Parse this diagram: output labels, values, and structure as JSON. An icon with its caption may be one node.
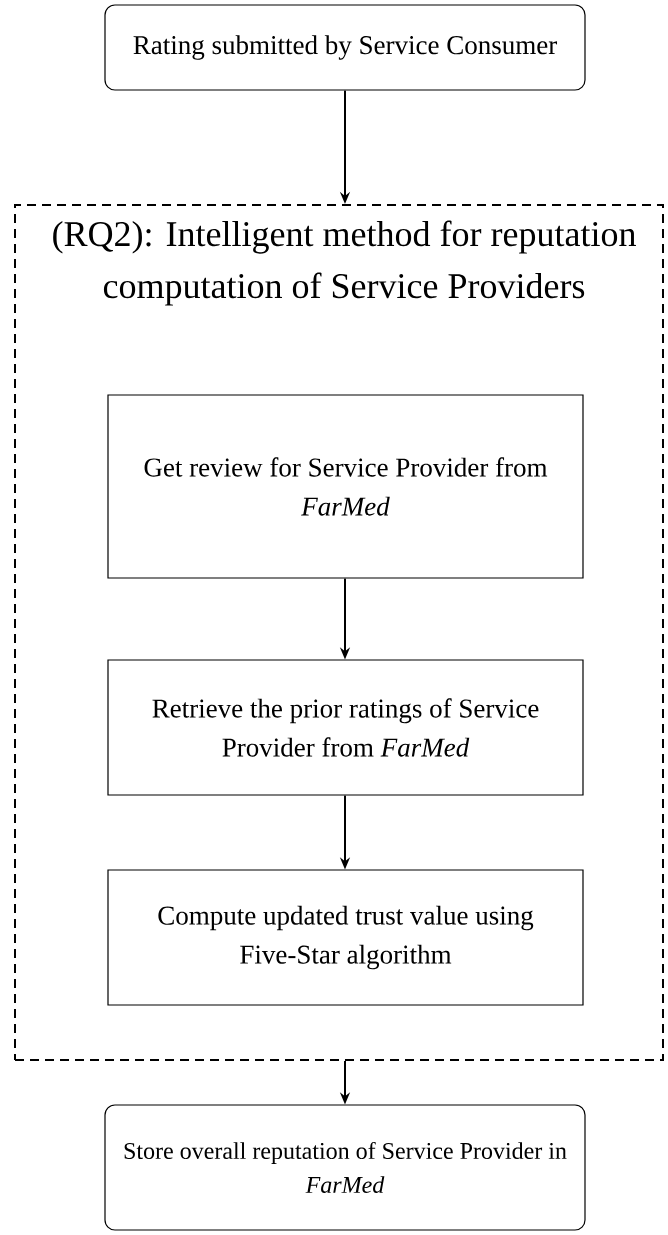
{
  "diagram": {
    "nodes": [
      {
        "text": [
          "Rating submitted by Service Consumer"
        ]
      },
      {
        "text": [
          "(RQ2): Intelligent method for reputation computation of Service Providers"
        ]
      },
      {
        "text": [
          "Get review for Service Provider from *FarMed*"
        ],
        "in": 1
      },
      {
        "text": [
          "Retrieve the prior ratings of Service Provider from *FarMed*"
        ],
        "in": 1
      },
      {
        "text": [
          "Compute updated trust value using Five-Star algorithm"
        ],
        "in": 1
      },
      {
        "text": [
          "Store overall reputation of Service Provider in *FarMed*"
        ]
      }
    ],
    "edges": [
      {
        "from": 0,
        "to": 1,
        "arrow": "to"
      },
      {
        "from": 2,
        "to": 3,
        "arrow": "to"
      },
      {
        "from": 3,
        "to": 4,
        "arrow": "to"
      },
      {
        "from": 1,
        "to": 5,
        "arrow": "to"
      }
    ]
  }
}
